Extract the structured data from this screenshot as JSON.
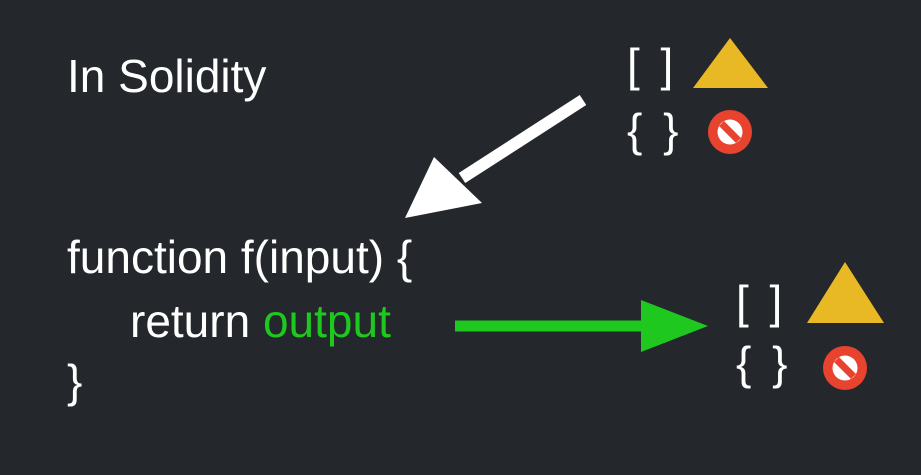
{
  "title": "In Solidity",
  "code": {
    "line1": "function f(input) {",
    "line2_prefix": "return ",
    "line2_output": "output",
    "line3": "}"
  },
  "input_types": {
    "array_symbol": "[ ]",
    "object_symbol": "{ }",
    "array_icon": "warning-triangle-icon",
    "object_icon": "prohibited-icon"
  },
  "output_types": {
    "array_symbol": "[ ]",
    "object_symbol": "{ }",
    "array_icon": "warning-triangle-icon",
    "object_icon": "prohibited-icon"
  },
  "colors": {
    "background": "#24272b",
    "text": "#ffffff",
    "output": "#1ec81e",
    "warning": "#e8b924",
    "prohibited": "#e8432e"
  }
}
